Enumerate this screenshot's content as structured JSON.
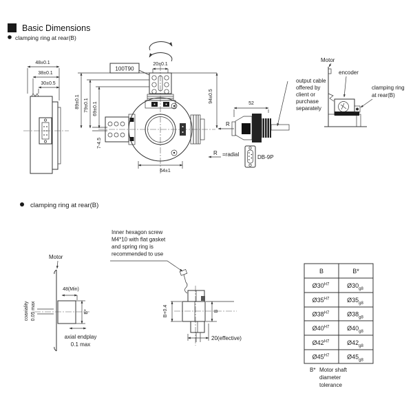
{
  "header": {
    "title": "Basic Dimensions",
    "section1_bullet": "clamping ring at rear(B)",
    "section2_bullet": "clamping ring at rear(B)"
  },
  "section1": {
    "side_view": {
      "dim_width_outer": "48±0.1",
      "dim_width_mid": "38±0.1",
      "dim_width_inner": "30±0.5",
      "dim_height_outer": "89±0.1",
      "dim_height_mid": "79±0.1",
      "dim_height_inner": "69±0.1",
      "dim_depth": "7-4.5"
    },
    "front_view": {
      "terminal_label": "100T90",
      "dim_terminal": "20±0.1",
      "dim_height": "94±0.5",
      "dim_width": "64±1"
    },
    "cable": {
      "dim_length": "52",
      "radial_r": "R",
      "legend_r": "R",
      "legend_eq": "=radial",
      "connector_label": "DB-9P",
      "note": [
        "output cable",
        "offered by",
        "client or",
        "purchase",
        "separately"
      ]
    },
    "mount": {
      "motor": "Motor",
      "encoder": "encoder",
      "clamp_line1": "clamping ring",
      "clamp_line2": "at rear(B)"
    }
  },
  "section2": {
    "motor_view": {
      "motor": "Motor",
      "dim_shaft_len": "48(Min)",
      "coaxiality_line1": "coaxiality",
      "coaxiality_line2": "0.05 max",
      "shaft_dia": "B*",
      "endplay_line1": "axial endplay",
      "endplay_line2": "0.1 max"
    },
    "screw_note": [
      "Inner hexagon screw",
      "M4*10 with flat gasket",
      "and spring ring is",
      "recommended to use"
    ],
    "ring_view": {
      "dim_bore": "B+0.4",
      "dim_shaft": "B",
      "dim_effective": "20(effective)"
    },
    "table": {
      "col1_header": "B",
      "col2_header": "B*",
      "rows": [
        {
          "b": "Ø30",
          "b_tol": "H7",
          "bs": "Ø30",
          "bs_tol": "g8"
        },
        {
          "b": "Ø35",
          "b_tol": "H7",
          "bs": "Ø35",
          "bs_tol": "g8"
        },
        {
          "b": "Ø38",
          "b_tol": "H7",
          "bs": "Ø38",
          "bs_tol": "g8"
        },
        {
          "b": "Ø40",
          "b_tol": "H7",
          "bs": "Ø40",
          "bs_tol": "g8"
        },
        {
          "b": "Ø42",
          "b_tol": "H7",
          "bs": "Ø42",
          "bs_tol": "g8"
        },
        {
          "b": "Ø45",
          "b_tol": "H7",
          "bs": "Ø45",
          "bs_tol": "g8"
        }
      ],
      "footnote_mark": "B*",
      "footnote": [
        "Motor shaft",
        "diameter",
        "tolerance"
      ]
    }
  },
  "colors": {
    "ink": "#1a1a1a",
    "line": "#333333",
    "fill_light": "#dcdcdc",
    "fill_face": "#ececec",
    "fill_dark": "#1a1a1a"
  }
}
